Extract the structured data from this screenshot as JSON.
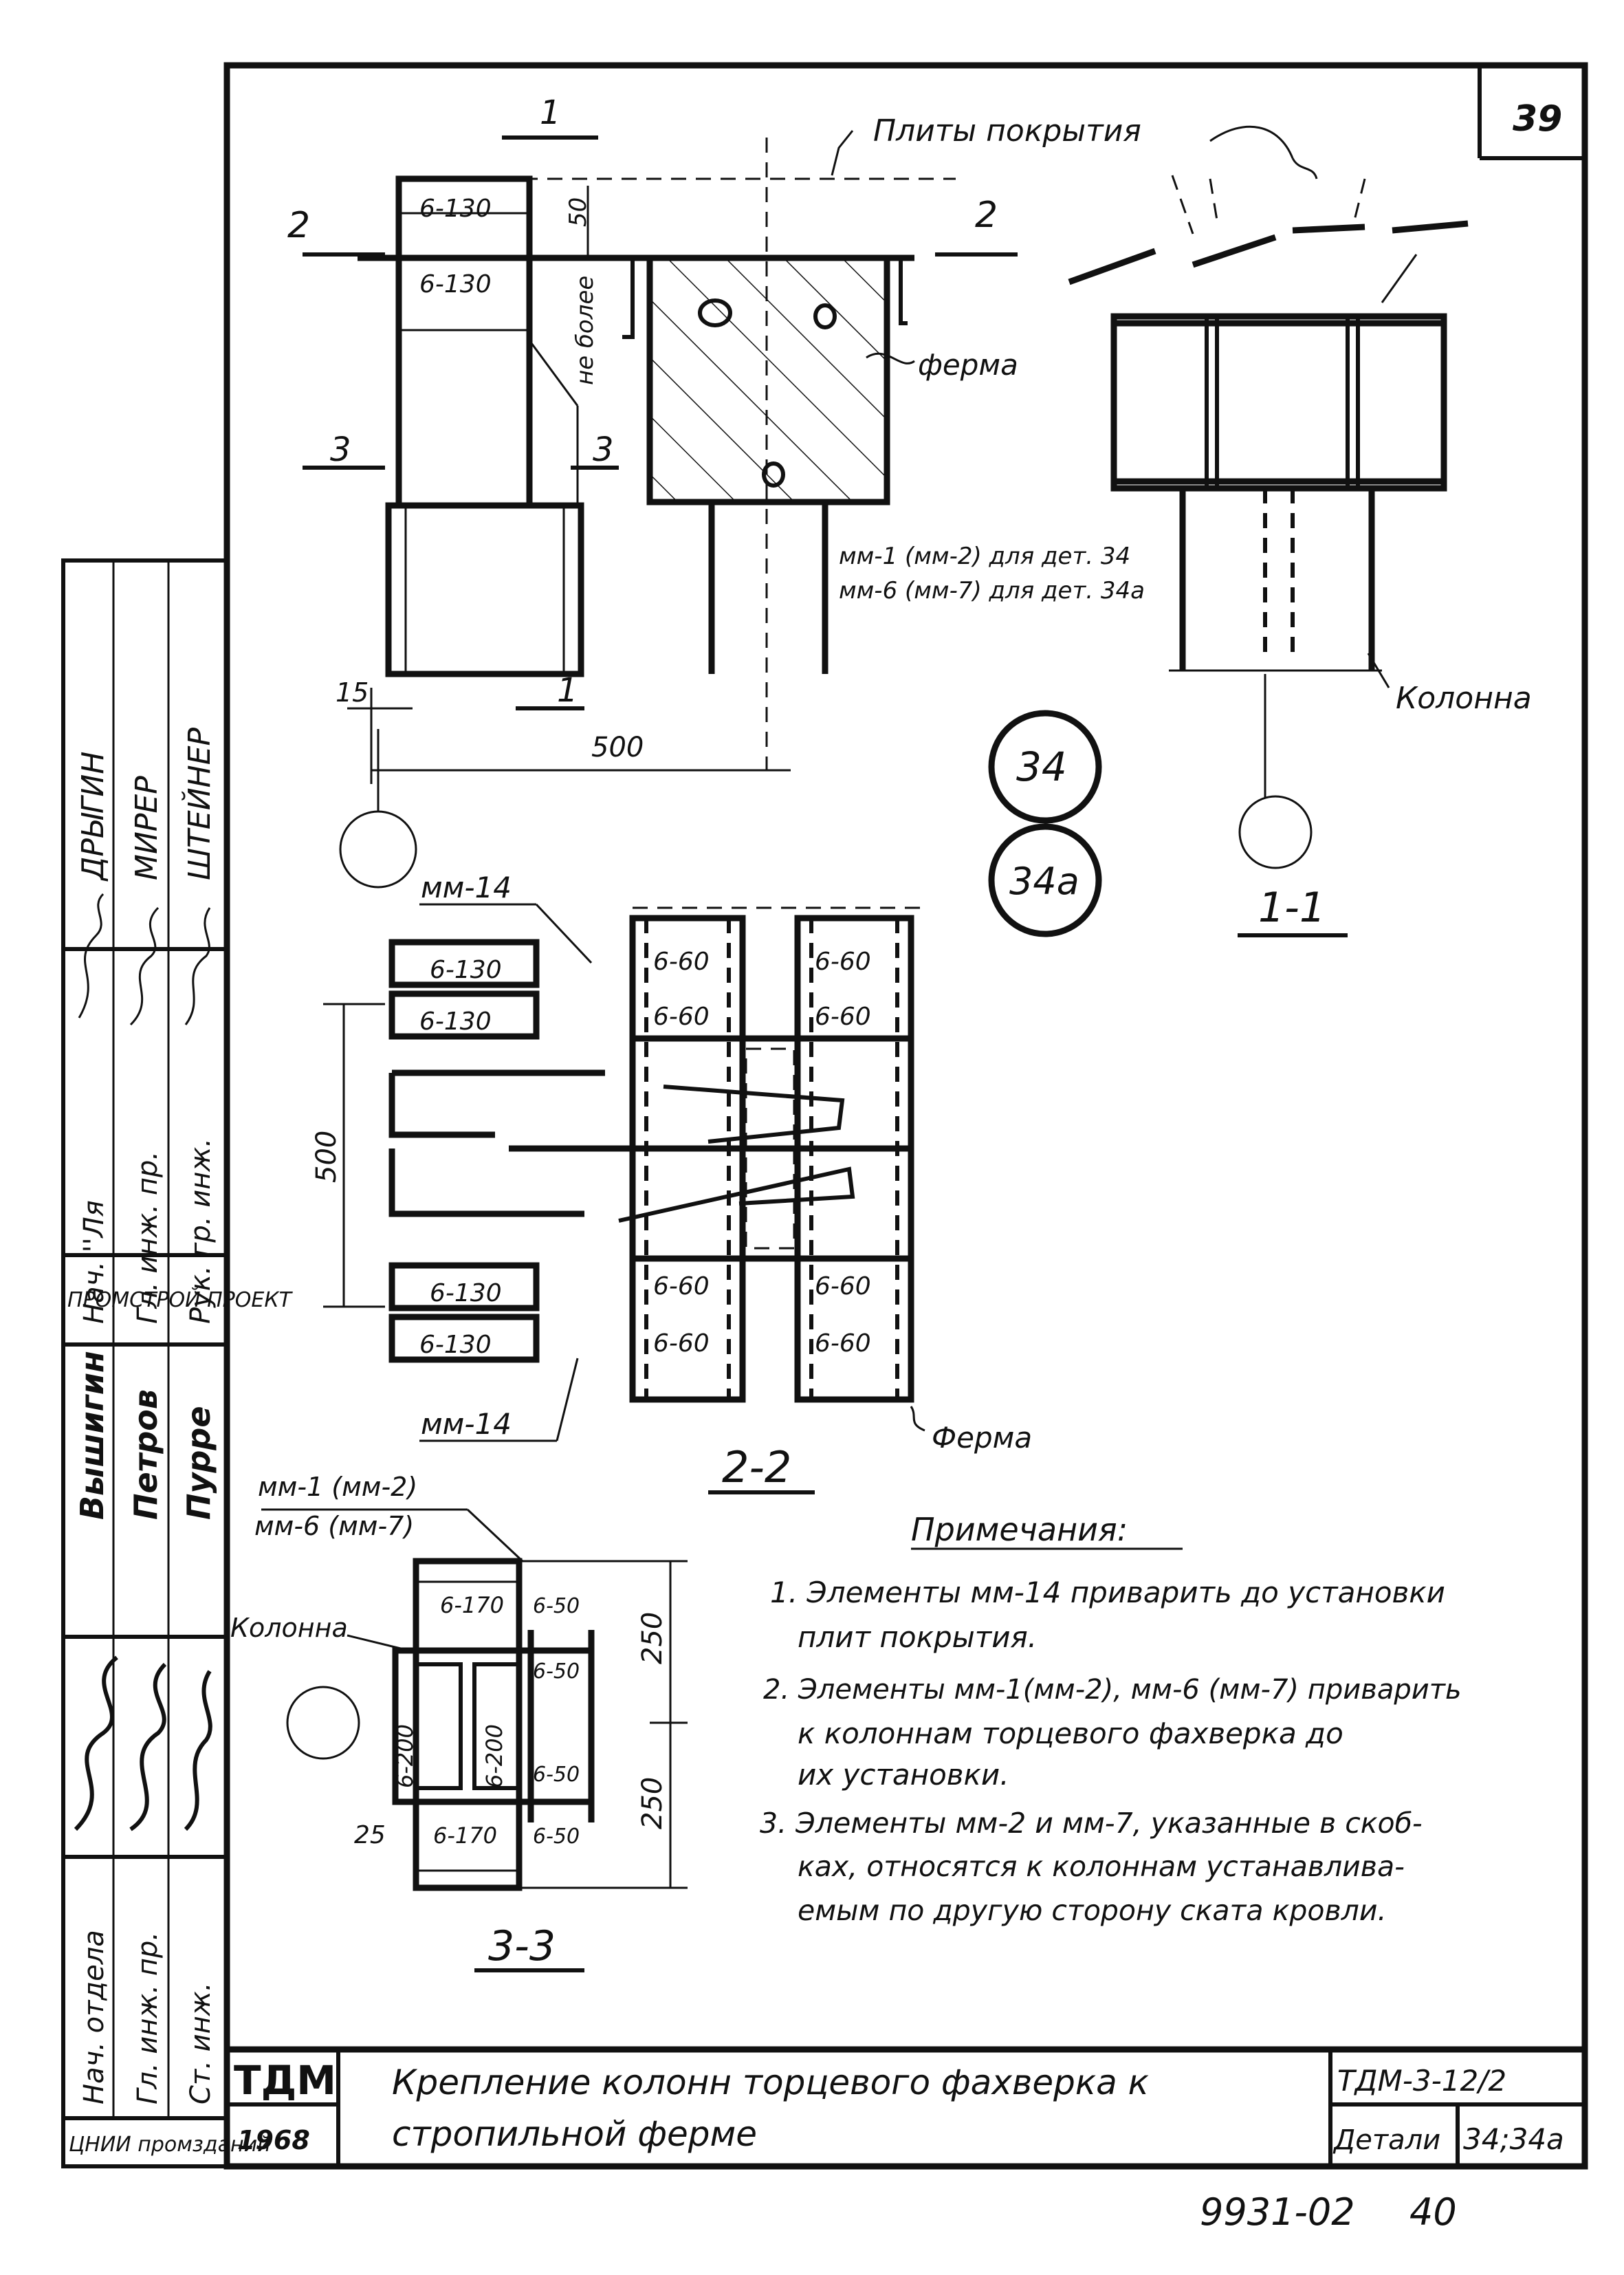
{
  "sheet": {
    "sheet_number": "39",
    "bottom_numbers": [
      "9931-02",
      "40"
    ]
  },
  "title_block": {
    "logo": "ТДМ",
    "year": "1968",
    "title_line1": "Крепление колонн торцевого фахверка к",
    "title_line2": "стропильной ферме",
    "code": "ТДМ-3-12/2",
    "details_label": "Детали",
    "details_value": "34;34а"
  },
  "side_stamp": {
    "org1": "ЦНИИ промзданий",
    "org2": "ПРОМСТРОЙ ПРОЕКТ",
    "upper_roles": [
      "Нач. ''Ля",
      "Гл. инж. пр.",
      "Рук. гр. инж."
    ],
    "upper_names": [
      "ДРЫГИН",
      "МИРЕР",
      "ШТЕЙНЕР"
    ],
    "lower_roles": [
      "Нач. отдела",
      "Гл. инж. пр.",
      "Ст. инж."
    ],
    "lower_names": [
      "Вышигин",
      "Петров",
      "Пурре"
    ]
  },
  "top_view": {
    "label_plates": "Плиты покрытия",
    "label_truss": "ферма",
    "label_column": "Колонна",
    "note_not_more": "не более",
    "mm1_note": "мм-1 (мм-2) для дет. 34",
    "mm6_note": "мм-6 (мм-7) для дет. 34а",
    "welds": [
      "6-130",
      "6-130"
    ],
    "dims": [
      "50",
      "15",
      "500"
    ],
    "section_marks": [
      "1",
      "1",
      "2",
      "2",
      "3",
      "3"
    ]
  },
  "details": [
    "34",
    "34а"
  ],
  "section_1_1": {
    "label": "1-1"
  },
  "section_2_2": {
    "label": "2-2",
    "mm_label_top": "мм-14",
    "mm_label_bottom": "мм-14",
    "welds_left": [
      "6-130",
      "6-130",
      "6-130",
      "6-130"
    ],
    "welds_right": [
      "6-60",
      "6-60",
      "6-60",
      "6-60",
      "6-60",
      "6-60",
      "6-60",
      "6-60"
    ],
    "dim": "500",
    "label_truss": "Ферма"
  },
  "section_3_3": {
    "label": "3-3",
    "mm_label1": "мм-1 (мм-2)",
    "mm_label2": "мм-6 (мм-7)",
    "label_column": "Колонна",
    "welds": [
      "6-170",
      "6-170",
      "6-200",
      "6-200",
      "6-50",
      "6-50",
      "6-50",
      "6-50"
    ],
    "dims": [
      "250",
      "250",
      "25"
    ]
  },
  "notes": {
    "heading": "Примечания:",
    "items": [
      "1. Элементы мм-14 приварить до установки",
      "плит покрытия.",
      "2. Элементы мм-1(мм-2), мм-6 (мм-7) приварить",
      "к колоннам торцевого фахверка до",
      "их установки.",
      "3. Элементы мм-2 и мм-7, указанные в скоб-",
      "ках, относятся к колоннам устанавлива-",
      "емым по другую сторону ската кровли."
    ]
  }
}
